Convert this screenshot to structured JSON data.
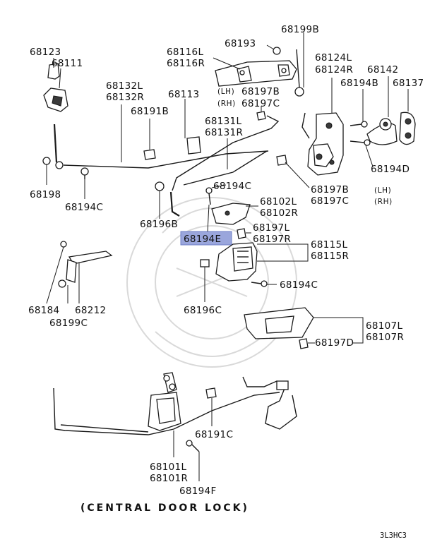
{
  "labels": {
    "p68123": "68123",
    "p68111": "68111",
    "p68199B": "68199B",
    "p68193": "68193",
    "p68116L": "68116L",
    "p68116R": "68116R",
    "p68124L": "68124L",
    "p68124R": "68124R",
    "p68142": "68142",
    "p68132L": "68132L",
    "p68132R": "68132R",
    "p68113": "68113",
    "lh1": "(LH)",
    "rh1": "(RH)",
    "p68197B_top": "68197B",
    "p68197C_top": "68197C",
    "p68194B": "68194B",
    "p68137": "68137",
    "p68191B": "68191B",
    "p68131L": "68131L",
    "p68131R": "68131R",
    "p68194D": "68194D",
    "p68198": "68198",
    "p68194C_left": "68194C",
    "p68194C_mid": "68194C",
    "p68197B_mid": "68197B",
    "lh2": "(LH)",
    "p68197C_mid": "68197C",
    "rh2": "(RH)",
    "p68102L": "68102L",
    "p68102R": "68102R",
    "p68196B": "68196B",
    "p68194E": "68194E",
    "p68197L": "68197L",
    "p68197R": "68197R",
    "p68115L": "68115L",
    "p68115R": "68115R",
    "p68194C_low": "68194C",
    "p68184": "68184",
    "p68212": "68212",
    "p68199C": "68199C",
    "p68196C": "68196C",
    "p68107L": "68107L",
    "p68107R": "68107R",
    "p68197D": "68197D",
    "p68191C": "68191C",
    "p68101L": "68101L",
    "p68101R": "68101R",
    "p68194F": "68194F"
  },
  "footer": "(CENTRAL DOOR LOCK)",
  "code": "3L3HC3",
  "colors": {
    "highlight": "#9aa6dc",
    "ink": "#1a1a1a",
    "background": "#ffffff"
  }
}
